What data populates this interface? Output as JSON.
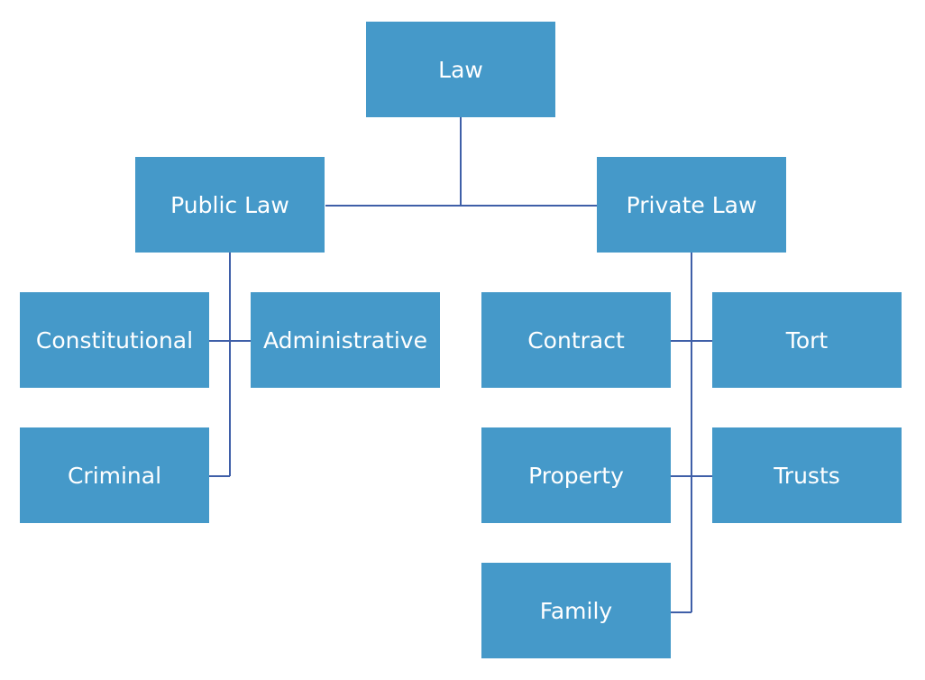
{
  "colors": {
    "node_fill": "#4599c9",
    "node_text": "#ffffff",
    "connector": "#3f5fa8"
  },
  "nodes": {
    "root": "Law",
    "public": "Public Law",
    "private": "Private Law",
    "constitutional": "Constitutional",
    "administrative": "Administrative",
    "criminal": "Criminal",
    "contract": "Contract",
    "tort": "Tort",
    "property": "Property",
    "trusts": "Trusts",
    "family": "Family"
  },
  "edges": [
    [
      "root",
      "public"
    ],
    [
      "root",
      "private"
    ],
    [
      "public",
      "constitutional"
    ],
    [
      "public",
      "administrative"
    ],
    [
      "public",
      "criminal"
    ],
    [
      "private",
      "contract"
    ],
    [
      "private",
      "tort"
    ],
    [
      "private",
      "property"
    ],
    [
      "private",
      "trusts"
    ],
    [
      "private",
      "family"
    ]
  ]
}
